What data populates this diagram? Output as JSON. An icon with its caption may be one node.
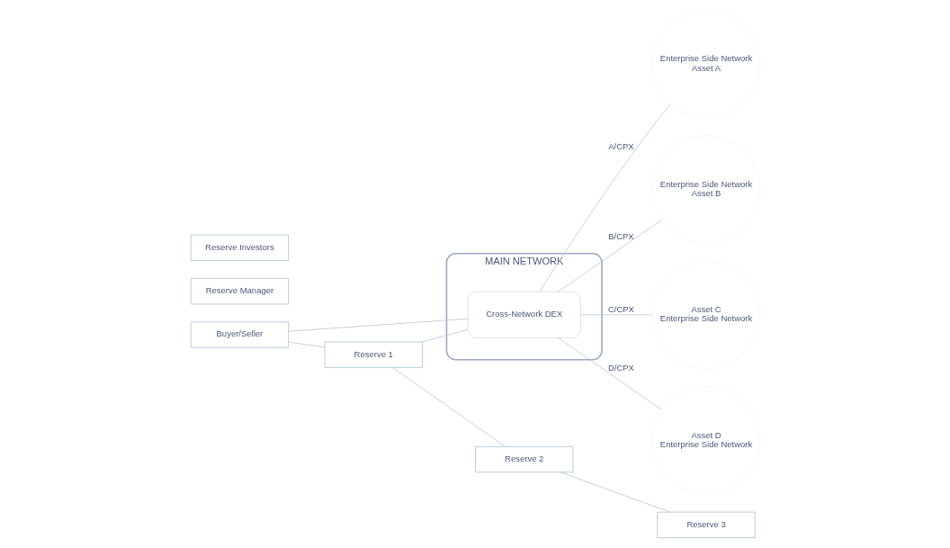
{
  "diagram": {
    "nodes": [
      {
        "text": [
          "Enterprise Side Network",
          "Asset A"
        ]
      },
      {
        "text": [
          "Enterprise Side Network",
          "Asset B"
        ]
      },
      {
        "text": [
          "Buyer/Seller"
        ]
      },
      {
        "text": [
          "MAIN NETWORK"
        ]
      },
      {
        "text": [
          "Cross-Network DEX"
        ],
        "in": 3
      },
      {
        "text": [
          "Reserve Manager"
        ]
      },
      {
        "text": [
          "Reserve 1"
        ]
      },
      {
        "text": [
          "Reserve 2"
        ]
      },
      {
        "text": [
          "Reserve Investors"
        ]
      },
      {
        "text": [
          "Reserve 3"
        ]
      },
      {
        "text": [
          "Asset C",
          "Enterprise Side Network"
        ]
      },
      {
        "text": [
          "Asset D",
          "Enterprise Side Network"
        ]
      }
    ],
    "edges": [
      {
        "from": 2,
        "to": 6,
        "arrow": "none"
      },
      {
        "from": 2,
        "to": 4,
        "arrow": "none"
      },
      {
        "from": 6,
        "to": 4,
        "arrow": "none"
      },
      {
        "from": 6,
        "to": 7,
        "arrow": "none"
      },
      {
        "from": 7,
        "to": 9,
        "arrow": "none"
      },
      {
        "from": 4,
        "to": 0,
        "label": "A/CPX",
        "arrow": "none"
      },
      {
        "from": 4,
        "to": 1,
        "label": "B/CPX",
        "arrow": "none"
      },
      {
        "from": 4,
        "to": 10,
        "label": "C/CPX",
        "arrow": "none"
      },
      {
        "from": 4,
        "to": 11,
        "label": "D/CPX",
        "arrow": "none"
      }
    ]
  }
}
